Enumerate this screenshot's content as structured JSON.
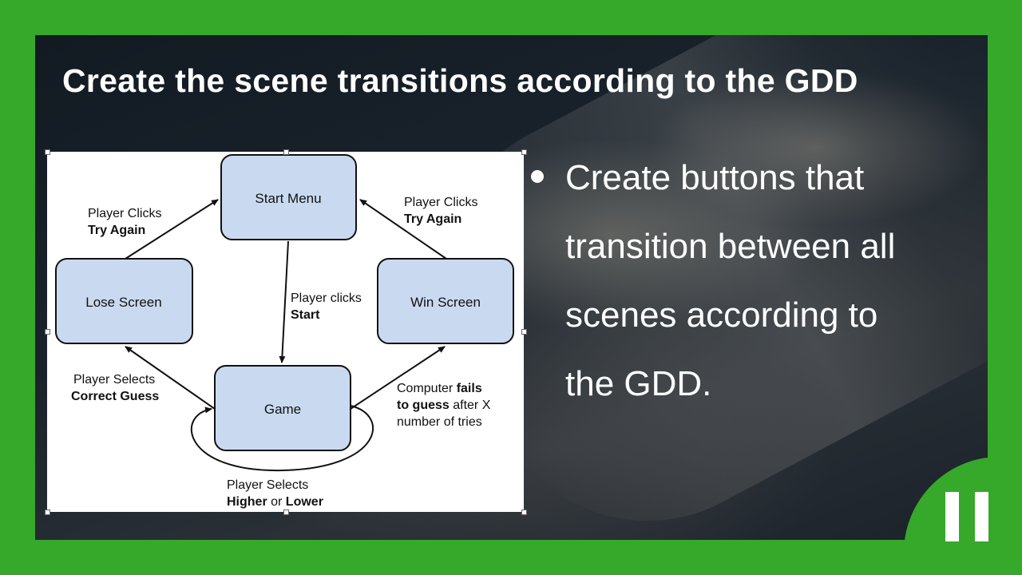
{
  "slide": {
    "title": "Create the scene transitions according to the GDD",
    "bullets": [
      "Create buttons that transition between all scenes according to the GDD."
    ],
    "bullet_lines": [
      "Create buttons that",
      "transition between all",
      "scenes according to",
      "the GDD."
    ]
  },
  "diagram": {
    "nodes": {
      "start": "Start Menu",
      "lose": "Lose Screen",
      "win": "Win Screen",
      "game": "Game"
    },
    "labels": {
      "lose_to_start_1": "Player Clicks",
      "lose_to_start_2": "Try Again",
      "win_to_start_1": "Player Clicks",
      "win_to_start_2": "Try Again",
      "start_to_game_1": "Player clicks",
      "start_to_game_2": "Start",
      "game_to_lose_1": "Player Selects",
      "game_to_lose_2": "Correct Guess",
      "game_to_win_1a": "Computer ",
      "game_to_win_1b": "fails",
      "game_to_win_2a": "to guess",
      "game_to_win_2b": " after X",
      "game_to_win_3": "number of tries",
      "loop_1": "Player Selects",
      "loop_2a": "Higher",
      "loop_2b": " or ",
      "loop_2c": "Lower"
    }
  },
  "colors": {
    "frame_green": "#36a82a",
    "node_fill": "#c9daf0"
  },
  "logo": {
    "icon": "pause-bars-icon"
  }
}
